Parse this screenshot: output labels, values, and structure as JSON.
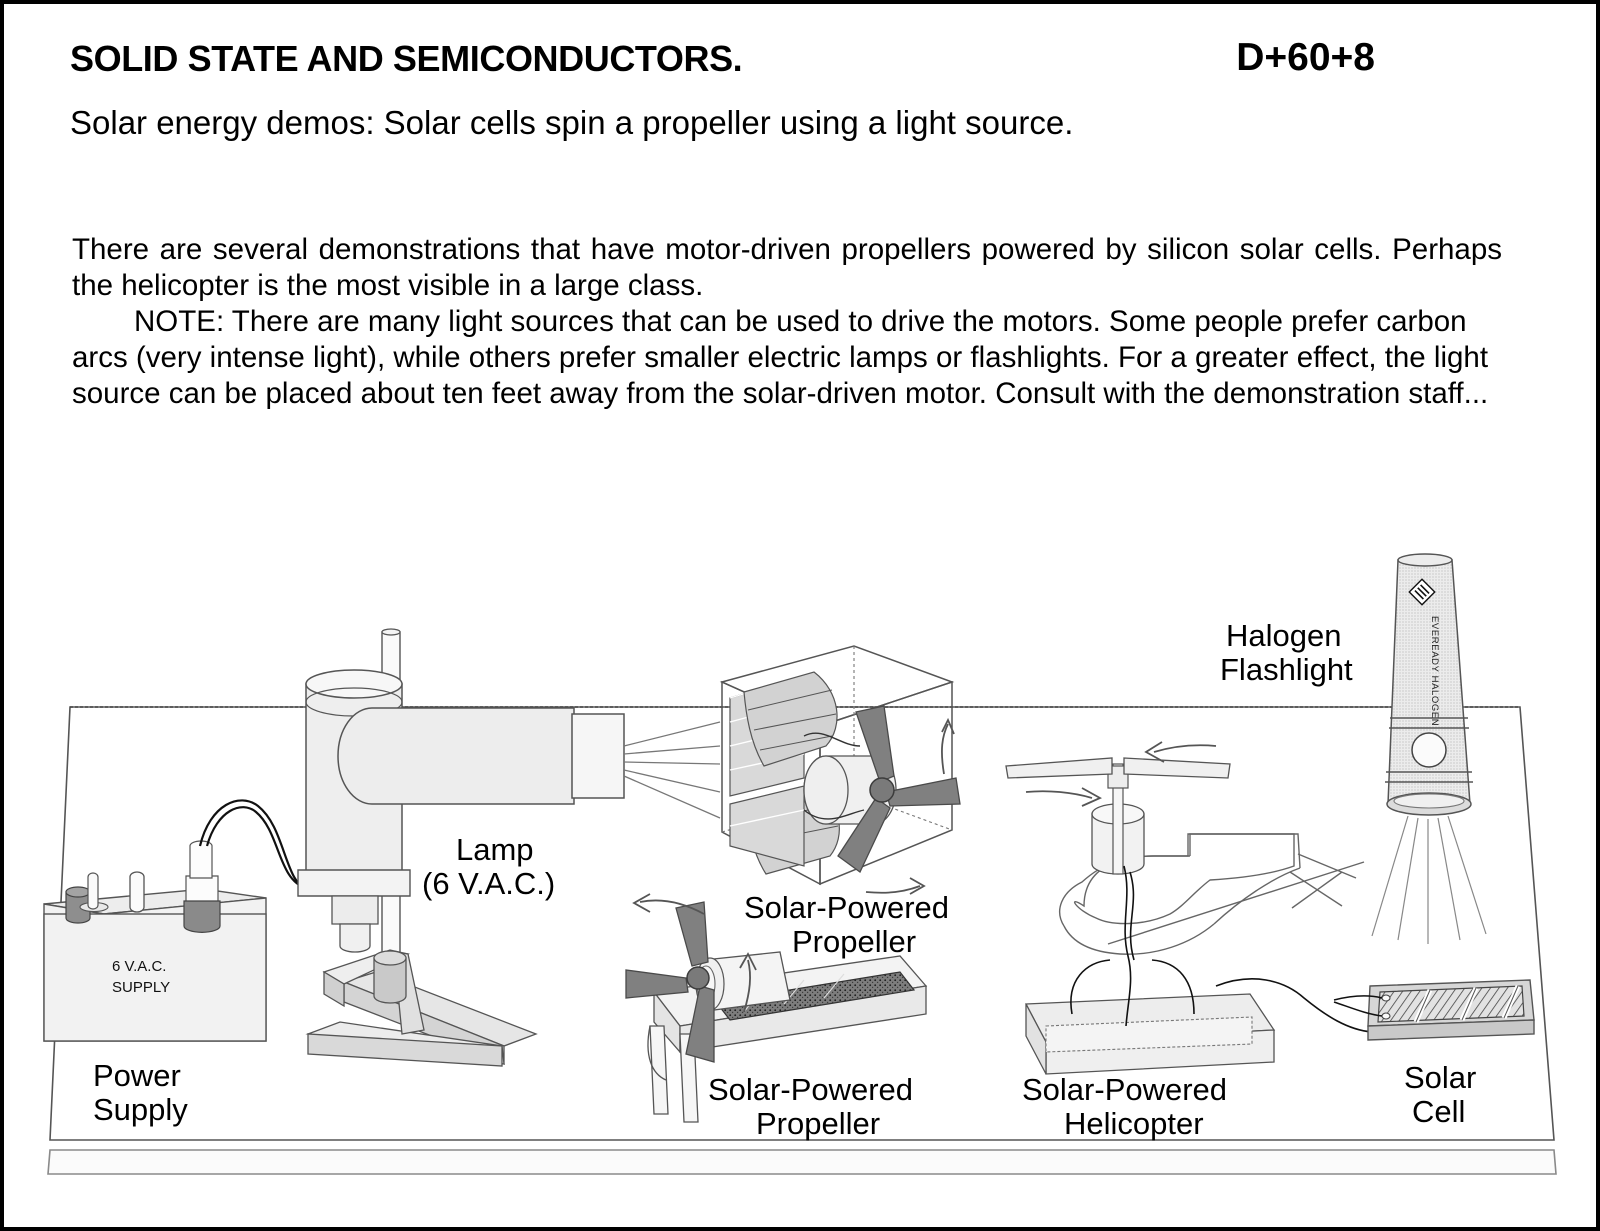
{
  "header": {
    "title": "SOLID STATE AND SEMICONDUCTORS.",
    "code": "D+60+8",
    "subtitle": "Solar energy demos: Solar cells spin a propeller using a light source."
  },
  "body": {
    "paragraph1": "There are several  demonstrations that have motor-driven propellers powered by silicon solar cells.  Perhaps the helicopter is the most visible in a large class.",
    "paragraph2": "NOTE: There are many light sources that can be used to drive the motors.  Some people prefer carbon arcs (very intense light), while others prefer smaller electric lamps or flashlights.  For a greater effect, the light source can be placed about ten feet away from the solar-driven motor.  Consult with the demonstration staff..."
  },
  "diagram": {
    "power_supply": {
      "label_line1": "Power",
      "label_line2": "Supply",
      "face_text_line1": "6 V.A.C.",
      "face_text_line2": "SUPPLY"
    },
    "lamp": {
      "label_line1": "Lamp",
      "label_line2": "(6 V.A.C.)"
    },
    "propeller_box": {
      "label_line1": "Solar-Powered",
      "label_line2": "Propeller"
    },
    "propeller_board": {
      "label_line1": "Solar-Powered",
      "label_line2": "Propeller"
    },
    "helicopter": {
      "label_line1": "Solar-Powered",
      "label_line2": "Helicopter"
    },
    "flashlight": {
      "label_line1": "Halogen",
      "label_line2": "Flashlight",
      "brand_text": "EVEREADY HALOGEN"
    },
    "solar_cell": {
      "label_line1": "Solar",
      "label_line2": "Cell"
    }
  },
  "colors": {
    "ink": "#000000",
    "outline": "#555555",
    "light_fill": "#f0f0f0",
    "mid_fill": "#d8d8d8",
    "blade_gray": "#808080",
    "dark_gray": "#6e6e6e"
  }
}
